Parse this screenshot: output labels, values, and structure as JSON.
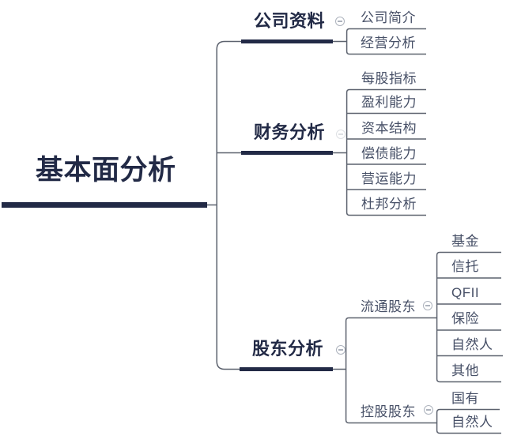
{
  "colors": {
    "navy": "#222a46",
    "line": "#5c626e",
    "subtext": "#475067",
    "icon": "#adb3bd",
    "bg": "#ffffff"
  },
  "mindmap": {
    "root": {
      "label": "基本面分析"
    },
    "collapse_icon_glyph": "minus",
    "branches": [
      {
        "label": "公司资料",
        "children": [
          {
            "label": "公司简介"
          },
          {
            "label": "经营分析"
          }
        ]
      },
      {
        "label": "财务分析",
        "children": [
          {
            "label": "每股指标"
          },
          {
            "label": "盈利能力"
          },
          {
            "label": "资本结构"
          },
          {
            "label": "偿债能力"
          },
          {
            "label": "营运能力"
          },
          {
            "label": "杜邦分析"
          }
        ]
      },
      {
        "label": "股东分析",
        "children": [
          {
            "label": "流通股东",
            "children": [
              {
                "label": "基金"
              },
              {
                "label": "信托"
              },
              {
                "label": "QFII"
              },
              {
                "label": "保险"
              },
              {
                "label": "自然人"
              },
              {
                "label": "其他"
              }
            ]
          },
          {
            "label": "控股股东",
            "children": [
              {
                "label": "国有"
              },
              {
                "label": "自然人"
              }
            ]
          }
        ]
      }
    ]
  }
}
